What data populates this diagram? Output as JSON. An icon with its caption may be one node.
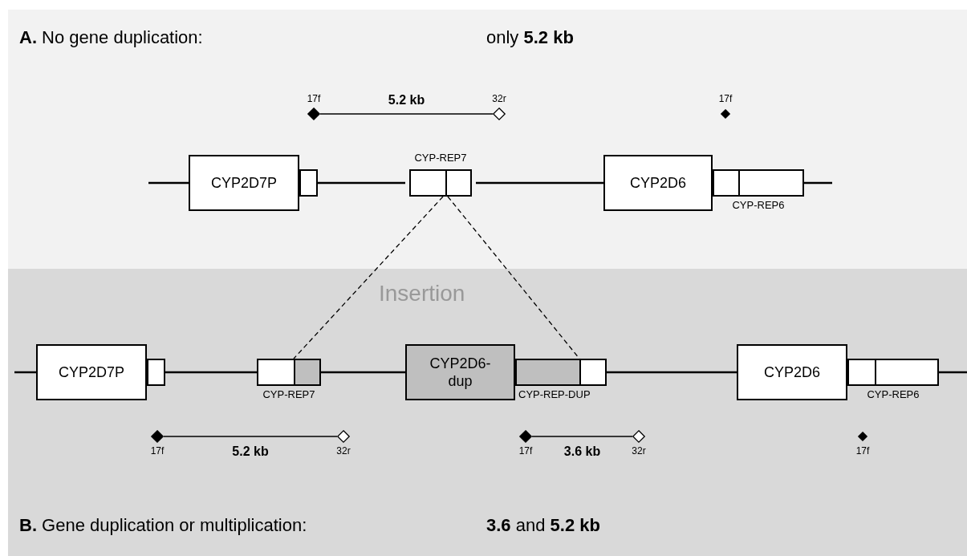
{
  "diagram": {
    "nodes": [
      {
        "text": [
          "**A.** No gene duplication:",
          "only **5.2 kb**"
        ]
      },
      {
        "text": [
          "CYP2D7P"
        ],
        "in": 0
      },
      {
        "text": [],
        "shape": "box",
        "in": 0
      },
      {
        "text": [
          "CYP-REP7"
        ],
        "in": 0
      },
      {
        "text": [
          "CYP2D6"
        ],
        "in": 0
      },
      {
        "text": [
          "CYP-REP6"
        ],
        "in": 0
      },
      {
        "text": [
          "**B.** Gene duplication or multiplication:",
          "**3.6** and **5.2 kb**"
        ]
      },
      {
        "text": [
          "CYP2D7P"
        ],
        "in": 6
      },
      {
        "text": [],
        "shape": "box",
        "in": 6
      },
      {
        "text": [
          "CYP-REP7"
        ],
        "in": 6
      },
      {
        "text": [
          "CYP2D6-dup"
        ],
        "in": 6
      },
      {
        "text": [
          "CYP-REP-DUP"
        ],
        "in": 6
      },
      {
        "text": [
          "CYP2D6"
        ],
        "in": 6
      },
      {
        "text": [
          "CYP-REP6"
        ],
        "in": 6
      },
      {
        "text": [
          "17f"
        ],
        "in": 0
      },
      {
        "text": [
          "32r"
        ],
        "in": 0
      },
      {
        "text": [
          "17f"
        ],
        "in": 0
      },
      {
        "text": [
          "17f"
        ],
        "in": 6
      },
      {
        "text": [
          "32r"
        ],
        "in": 6
      },
      {
        "text": [
          "17f"
        ],
        "in": 6
      },
      {
        "text": [
          "32r"
        ],
        "in": 6
      },
      {
        "text": [
          "17f"
        ],
        "in": 6
      }
    ],
    "edges": [
      {
        "from": null,
        "to": 1,
        "arrow": "none"
      },
      {
        "from": 2,
        "to": 3,
        "arrow": "none"
      },
      {
        "from": 3,
        "to": 4,
        "arrow": "none"
      },
      {
        "from": 5,
        "to": null,
        "arrow": "none"
      },
      {
        "from": null,
        "to": 7,
        "arrow": "none"
      },
      {
        "from": 8,
        "to": 9,
        "arrow": "none"
      },
      {
        "from": 9,
        "to": 10,
        "arrow": "none"
      },
      {
        "from": 11,
        "to": 12,
        "arrow": "none"
      },
      {
        "from": 13,
        "to": null,
        "arrow": "none"
      },
      {
        "from": 14,
        "to": 15,
        "arrow": "none",
        "label": "5.2 kb"
      },
      {
        "from": 17,
        "to": 18,
        "arrow": "none",
        "label": "5.2 kb"
      },
      {
        "from": 19,
        "to": 20,
        "arrow": "none",
        "label": "3.6 kb"
      },
      {
        "from": 3,
        "to": 9,
        "arrow": "none",
        "style": "dashed"
      },
      {
        "from": 3,
        "to": 11,
        "arrow": "none",
        "style": "dashed"
      }
    ],
    "labels": [
      "Insertion"
    ]
  }
}
